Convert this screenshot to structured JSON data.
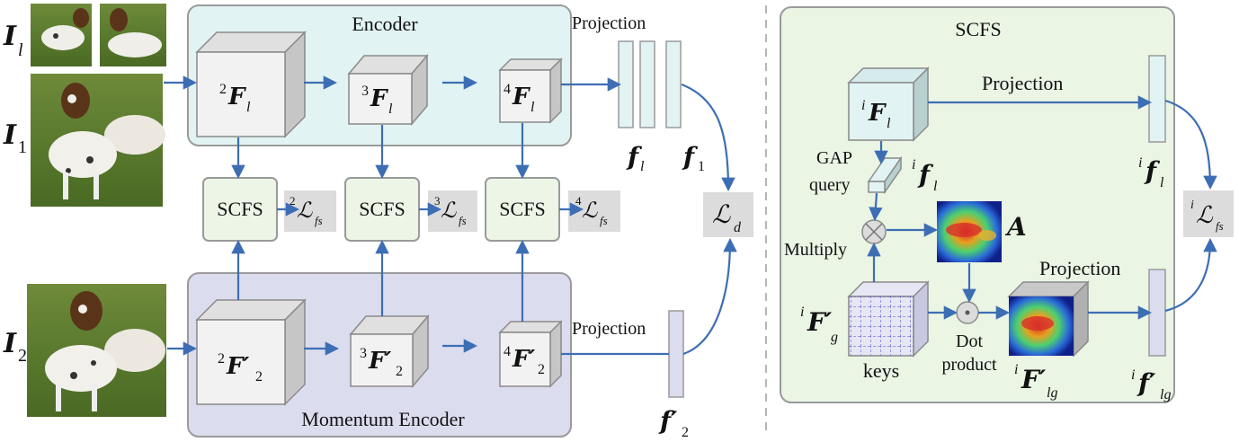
{
  "labels": {
    "encoder": "Encoder",
    "momentum_encoder": "Momentum Encoder",
    "projection": "Projection",
    "scfs": "SCFS",
    "gap_query_1": "GAP",
    "gap_query_2": "query",
    "multiply": "Multiply",
    "keys": "keys",
    "dot_product_1": "Dot",
    "dot_product_2": "product"
  },
  "symbols": {
    "I": "I",
    "sub_l": "l",
    "sub_1": "1",
    "sub_2": "2",
    "F": "F",
    "F_prime": "F′",
    "f": "f",
    "f_prime": "f′",
    "A": "A",
    "L": "ℒ",
    "sub_fs": "fs",
    "sub_d": "d",
    "sub_g": "g",
    "sub_lg": "lg",
    "pre_2": "2",
    "pre_3": "3",
    "pre_4": "4",
    "pre_i": "i"
  },
  "colors": {
    "encoder_fill": "#e2f3f3",
    "momentum_fill": "#dcdcef",
    "scfs_fill": "#ecf5e6",
    "panel_fill": "#eaf5e4",
    "loss_fill": "#dcdcdc",
    "arrow": "#3d6eb4",
    "cube_front": "#f2f2f2",
    "cube_side": "#c6c6c6",
    "cube_top": "#e0e0e0"
  }
}
